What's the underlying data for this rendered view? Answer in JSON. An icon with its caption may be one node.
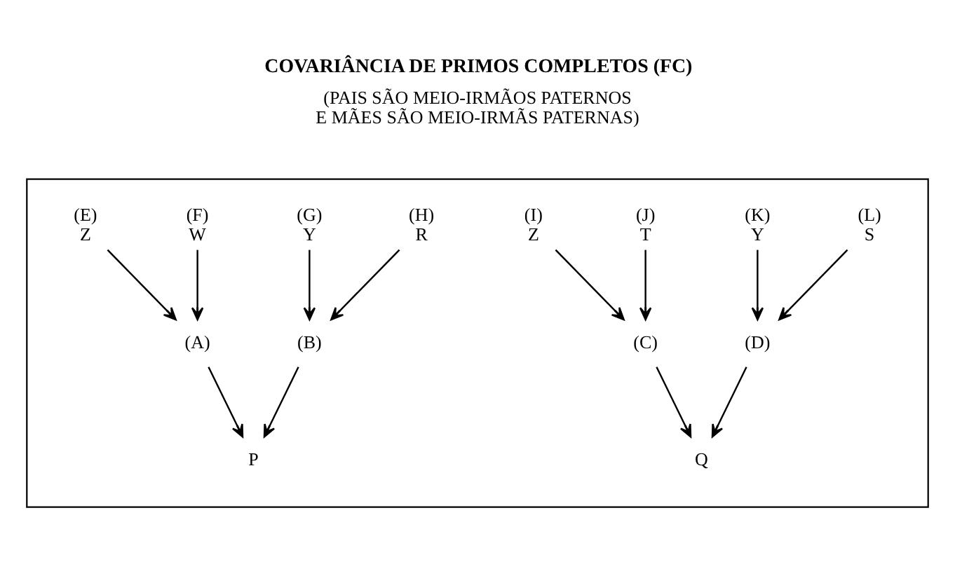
{
  "diagram": {
    "title": "COVARIÂNCIA DE PRIMOS COMPLETOS (FC)",
    "nodes": [
      {
        "text": [],
        "shape": "box"
      },
      {
        "text": [
          "(E)",
          "Z"
        ],
        "in": 0
      },
      {
        "text": [
          "(F)",
          "W"
        ],
        "in": 0
      },
      {
        "text": [
          "(G)",
          "Y"
        ],
        "in": 0
      },
      {
        "text": [
          "(H)",
          "R"
        ],
        "in": 0
      },
      {
        "text": [
          "(I)",
          "Z"
        ],
        "in": 0
      },
      {
        "text": [
          "(J)",
          "T"
        ],
        "in": 0
      },
      {
        "text": [
          "(K)",
          "Y"
        ],
        "in": 0
      },
      {
        "text": [
          "(L)",
          "S"
        ],
        "in": 0
      },
      {
        "text": [
          "(A)"
        ],
        "in": 0
      },
      {
        "text": [
          "(B)"
        ],
        "in": 0
      },
      {
        "text": [
          "(C)"
        ],
        "in": 0
      },
      {
        "text": [
          "(D)"
        ],
        "in": 0
      },
      {
        "text": [
          "P"
        ],
        "in": 0
      },
      {
        "text": [
          "Q"
        ],
        "in": 0
      }
    ],
    "edges": [
      {
        "from": 1,
        "to": 9,
        "arrow": "to"
      },
      {
        "from": 2,
        "to": 9,
        "arrow": "to"
      },
      {
        "from": 3,
        "to": 10,
        "arrow": "to"
      },
      {
        "from": 4,
        "to": 10,
        "arrow": "to"
      },
      {
        "from": 5,
        "to": 11,
        "arrow": "to"
      },
      {
        "from": 6,
        "to": 11,
        "arrow": "to"
      },
      {
        "from": 7,
        "to": 12,
        "arrow": "to"
      },
      {
        "from": 8,
        "to": 12,
        "arrow": "to"
      },
      {
        "from": 9,
        "to": 13,
        "arrow": "to"
      },
      {
        "from": 10,
        "to": 13,
        "arrow": "to"
      },
      {
        "from": 11,
        "to": 14,
        "arrow": "to"
      },
      {
        "from": 12,
        "to": 14,
        "arrow": "to"
      }
    ],
    "labels": [
      "(PAIS SÃO MEIO-IRMÃOS PATERNOS E MÃES SÃO MEIO-IRMÃS PATERNAS)"
    ]
  }
}
